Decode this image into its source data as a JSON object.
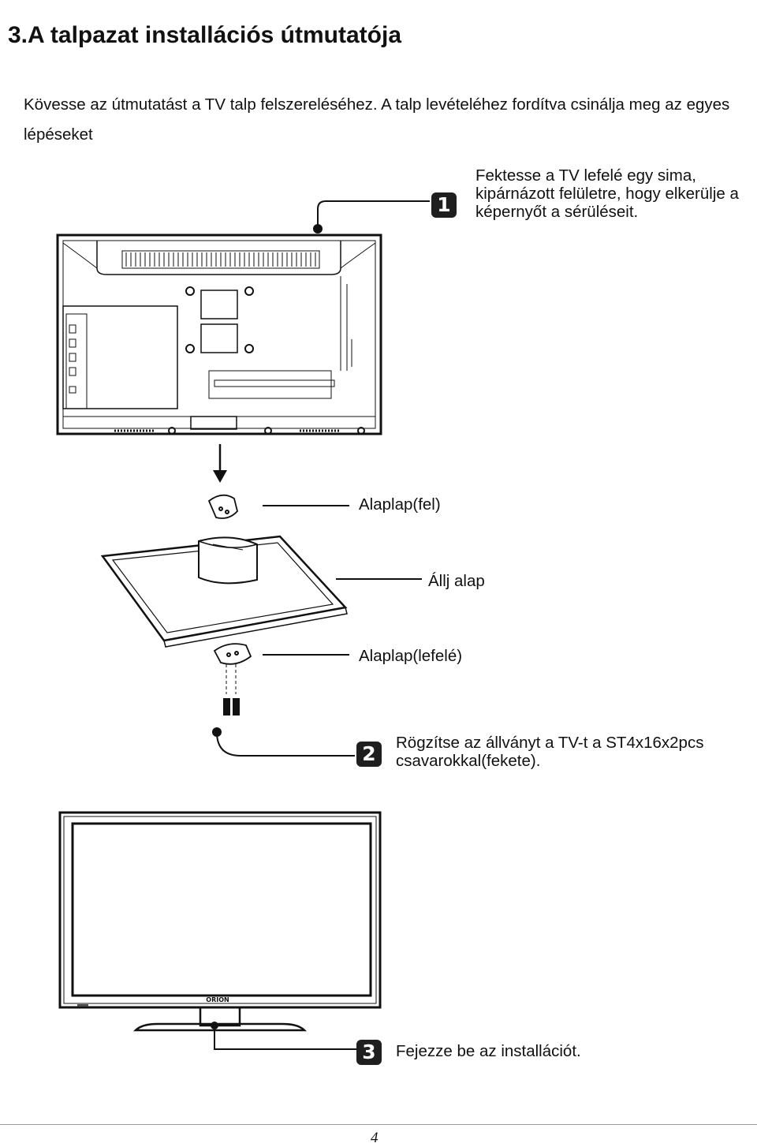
{
  "heading": "3.A talpazat installációs útmutatója",
  "intro": "Kövesse az útmutatást a TV talp felszereléséhez. A talp levételéhez fordítva csinálja meg az egyes lépéseket",
  "steps": [
    {
      "number": "1",
      "text": "Fektesse a TV lefelé egy sima, kipárnázott felületre, hogy elkerülje a képernyőt a sérüléseit."
    },
    {
      "number": "2",
      "text": "Rögzítse az állványt a TV-t a ST4x16x2pcs csavarokkal(fekete)."
    },
    {
      "number": "3",
      "text": "Fejezze be az installációt."
    }
  ],
  "part_labels": {
    "baseplate_up": "Alaplap(fel)",
    "stand_base": "Állj alap",
    "baseplate_down": "Alaplap(lefelé)"
  },
  "tv_brand": "ORION",
  "page_number": "4"
}
